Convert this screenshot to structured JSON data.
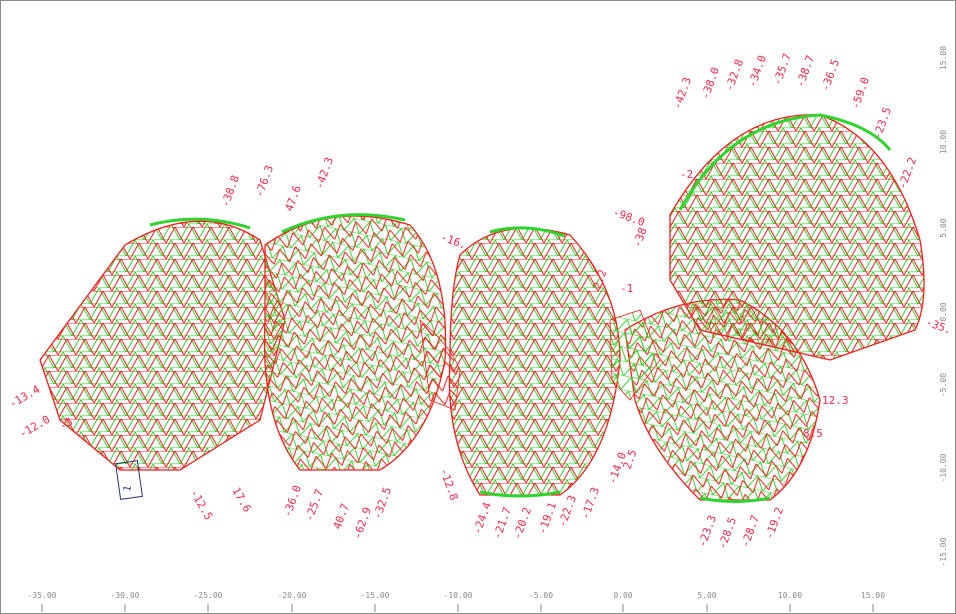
{
  "colors": {
    "background": "#ffffff",
    "frame": "#8a8a8a",
    "axis_text": "#8a8a8a",
    "mesh_green": "#2fd42f",
    "mesh_red": "#ff1a1a",
    "label_magenta": "#ff2a4a",
    "selection_box": "#223377"
  },
  "axis": {
    "x_ticks": [
      "-35.00",
      "-30.00",
      "-25.00",
      "-20.00",
      "-15.00",
      "-10.00",
      "-5.00",
      "0.00",
      "5.00",
      "10.00",
      "15.00"
    ],
    "y_ticks": [
      "15.00",
      "10.00",
      "5.00",
      "0.00",
      "-5.00",
      "-10.00",
      "-15.00"
    ]
  },
  "labels": [
    "-13.4",
    "-12.0",
    "-3",
    "-12.5",
    "17.6",
    "-38.8",
    "-76.3",
    "47.6",
    "-42.3",
    "-36.0",
    "-25.7",
    "40.7",
    "-62.9",
    "-32.5",
    "-16.",
    "-12.8",
    "-24.4",
    "-21.7",
    "-20.2",
    "-19.1",
    "-22.3",
    "-17.3",
    "-14.0",
    "2.5",
    "2.2",
    "-98.0",
    "-38",
    "-42.3",
    "-38.0",
    "-32.8",
    "-34.0",
    "-35.7",
    "-38.7",
    "-36.5",
    "-59.0",
    "-23.5",
    "-22.2",
    "-35.",
    "12.3",
    "8.5",
    "-23.3",
    "-28.5",
    "-28.7",
    "-19.2",
    "-2",
    "-1",
    "1"
  ],
  "selection_label": "1"
}
